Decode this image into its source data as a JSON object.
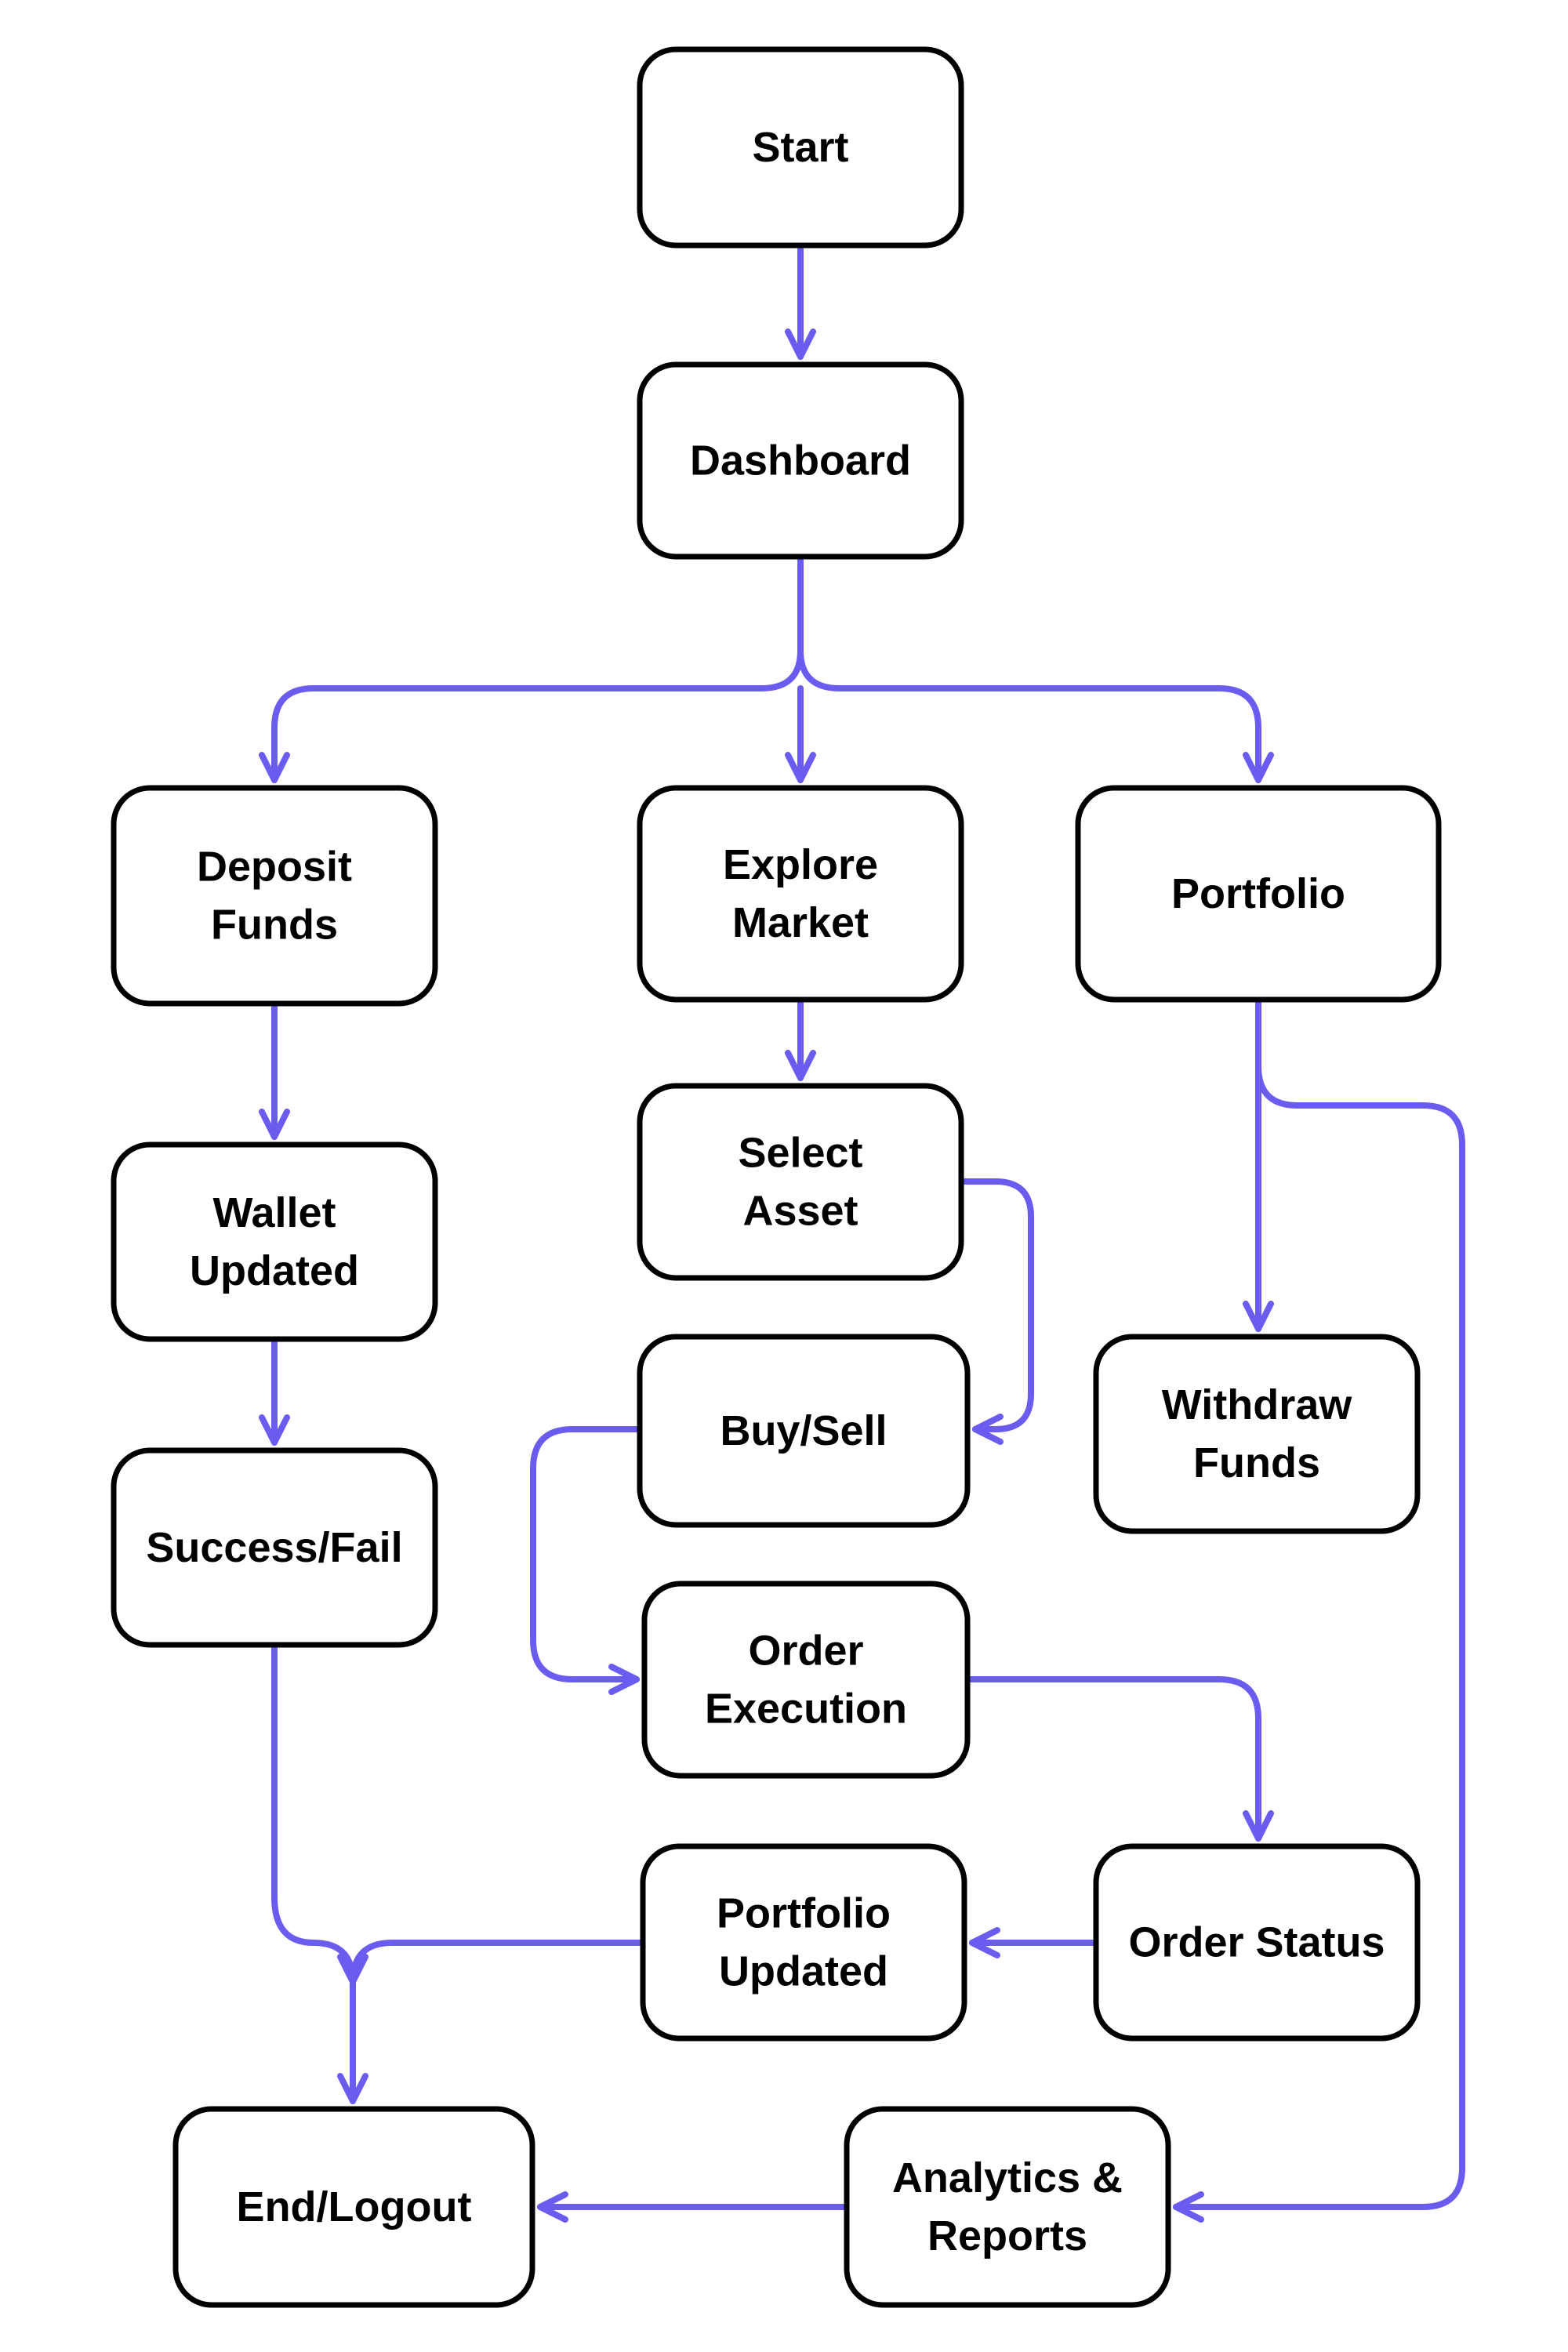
{
  "colors": {
    "arrow": "#6b5cf0",
    "box_stroke": "#000000",
    "box_fill": "#ffffff",
    "background": "#ffffff"
  },
  "nodes": {
    "start": [
      "Start"
    ],
    "dashboard": [
      "Dashboard"
    ],
    "deposit": [
      "Deposit",
      "Funds"
    ],
    "explore": [
      "Explore",
      "Market"
    ],
    "portfolio": [
      "Portfolio"
    ],
    "wallet": [
      "Wallet",
      "Updated"
    ],
    "select": [
      "Select",
      "Asset"
    ],
    "buysell": [
      "Buy/Sell"
    ],
    "withdraw": [
      "Withdraw",
      "Funds"
    ],
    "success": [
      "Success/Fail"
    ],
    "execution": [
      "Order",
      "Execution"
    ],
    "status": [
      "Order Status"
    ],
    "portupdated": [
      "Portfolio",
      "Updated"
    ],
    "end": [
      "End/Logout"
    ],
    "analytics": [
      "Analytics &",
      "Reports"
    ]
  },
  "edges": [
    {
      "from": "start",
      "to": "dashboard"
    },
    {
      "from": "dashboard",
      "to": "deposit"
    },
    {
      "from": "dashboard",
      "to": "explore"
    },
    {
      "from": "dashboard",
      "to": "portfolio"
    },
    {
      "from": "deposit",
      "to": "wallet"
    },
    {
      "from": "wallet",
      "to": "success"
    },
    {
      "from": "success",
      "to": "end"
    },
    {
      "from": "explore",
      "to": "select"
    },
    {
      "from": "select",
      "to": "buysell"
    },
    {
      "from": "buysell",
      "to": "execution"
    },
    {
      "from": "execution",
      "to": "status"
    },
    {
      "from": "status",
      "to": "portupdated"
    },
    {
      "from": "portupdated",
      "to": "end"
    },
    {
      "from": "portfolio",
      "to": "withdraw"
    },
    {
      "from": "portfolio",
      "to": "analytics"
    },
    {
      "from": "analytics",
      "to": "end"
    }
  ]
}
